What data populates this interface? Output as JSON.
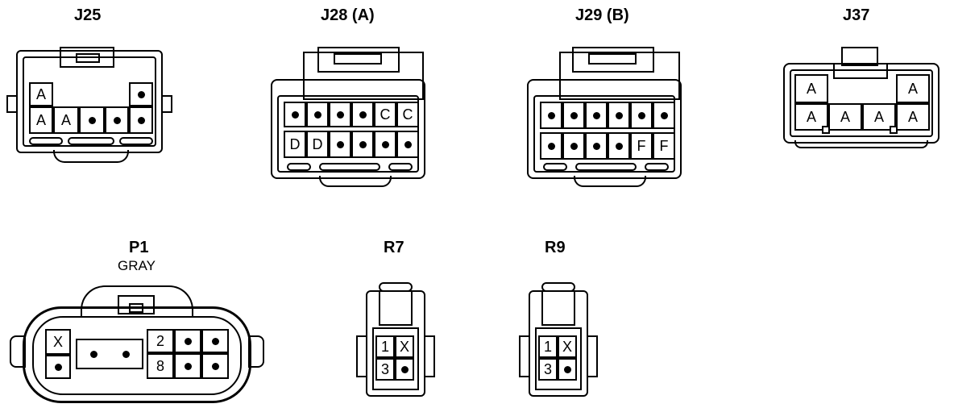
{
  "connectors": {
    "j25": {
      "title": "J25",
      "top_row": [
        "A",
        "",
        "",
        "",
        "•"
      ],
      "bottom_row": [
        "A",
        "A",
        "•",
        "•",
        "•"
      ]
    },
    "j28": {
      "title": "J28 (A)",
      "top_row": [
        "•",
        "•",
        "•",
        "•",
        "C",
        "C"
      ],
      "bottom_row": [
        "D",
        "D",
        "•",
        "•",
        "•",
        "•"
      ]
    },
    "j29": {
      "title": "J29 (B)",
      "top_row": [
        "•",
        "•",
        "•",
        "•",
        "•",
        "•"
      ],
      "bottom_row": [
        "•",
        "•",
        "•",
        "•",
        "F",
        "F"
      ]
    },
    "j37": {
      "title": "J37",
      "top_row": [
        "A",
        "",
        "",
        "A"
      ],
      "bottom_row": [
        "A",
        "A",
        "A",
        "A"
      ]
    },
    "p1": {
      "title": "P1",
      "subtitle": "GRAY",
      "left_col": [
        "X",
        "•"
      ],
      "middle_row": [
        "•",
        "•"
      ],
      "right_top": [
        "2",
        "•",
        "•"
      ],
      "right_bottom": [
        "8",
        "•",
        "•"
      ]
    },
    "r7": {
      "title": "R7",
      "cells": [
        "1",
        "X",
        "3",
        "•"
      ]
    },
    "r9": {
      "title": "R9",
      "cells": [
        "1",
        "X",
        "3",
        "•"
      ]
    }
  }
}
